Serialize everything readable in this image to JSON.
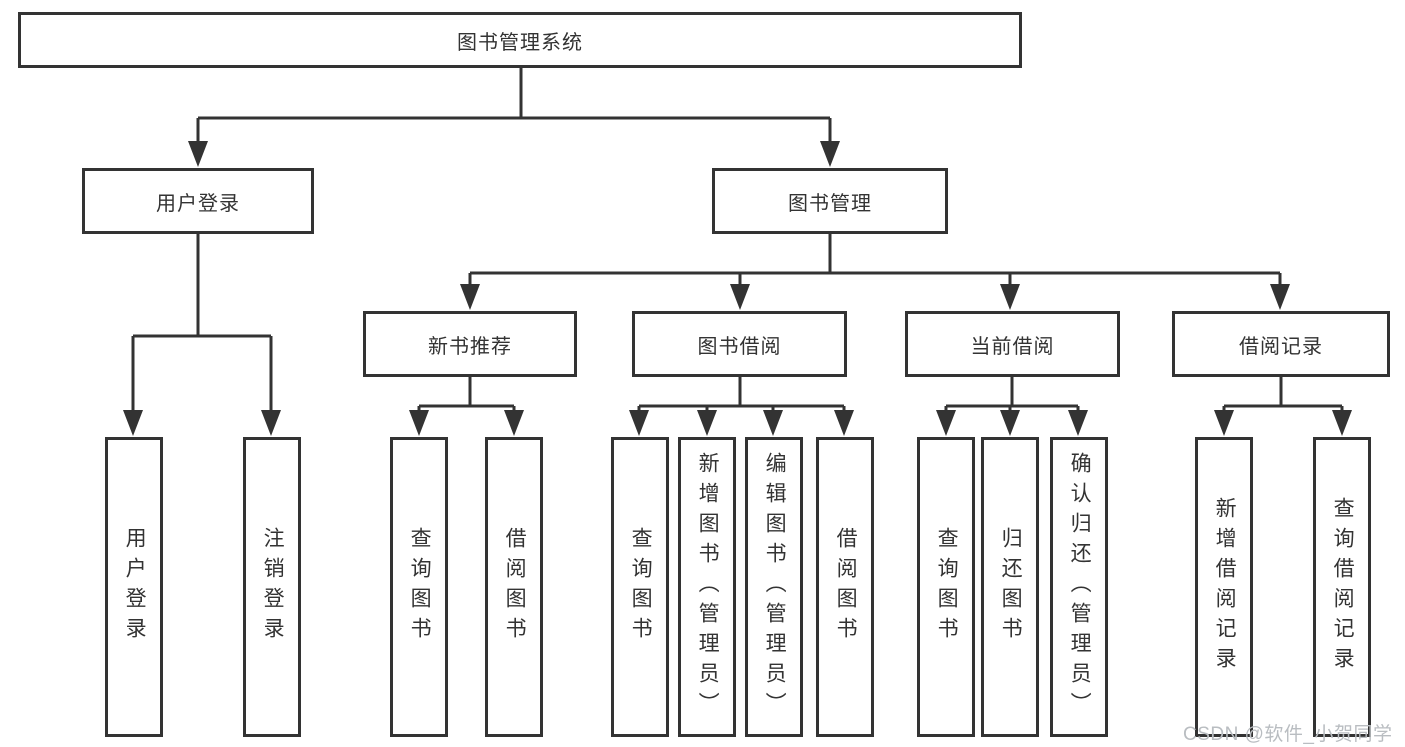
{
  "diagram_title": "图书管理系统",
  "tree": {
    "root": "图书管理系统",
    "branches": [
      {
        "label": "用户登录",
        "children": [
          "用户登录",
          "注销登录"
        ]
      },
      {
        "label": "图书管理",
        "groups": [
          {
            "label": "新书推荐",
            "children": [
              "查询图书",
              "借阅图书"
            ]
          },
          {
            "label": "图书借阅",
            "children": [
              "查询图书",
              "新增图书（管理员）",
              "编辑图书（管理员）",
              "借阅图书"
            ]
          },
          {
            "label": "当前借阅",
            "children": [
              "查询图书",
              "归还图书",
              "确认归还（管理员）"
            ]
          },
          {
            "label": "借阅记录",
            "children": [
              "新增借阅记录",
              "查询借阅记录"
            ]
          }
        ]
      }
    ]
  },
  "watermark": "CSDN @软件_小贺同学",
  "colors": {
    "line": "#333333",
    "text": "#333333",
    "box_background": "#ffffff",
    "page_background": "#ffffff",
    "watermark": "#b9bdc1"
  }
}
